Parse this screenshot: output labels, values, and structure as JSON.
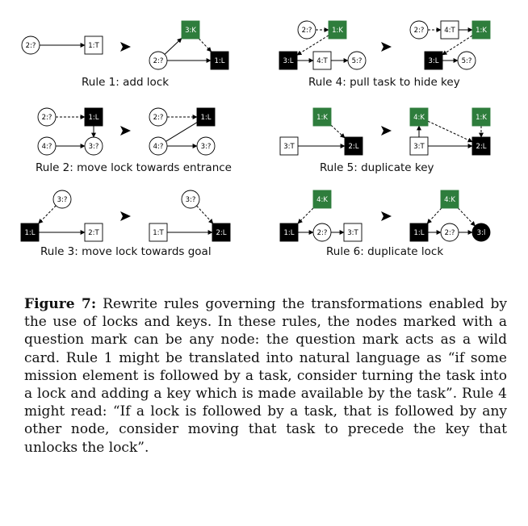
{
  "rules": [
    {
      "caption": "Rule 1: add lock"
    },
    {
      "caption": "Rule 4: pull task to hide key"
    },
    {
      "caption": "Rule 2: move lock towards entrance"
    },
    {
      "caption": "Rule 5: duplicate key"
    },
    {
      "caption": "Rule 3: move lock towards goal"
    },
    {
      "caption": "Rule 6: duplicate lock"
    }
  ],
  "node_labels": {
    "wild2": "2:?",
    "wild3": "3:?",
    "wild4": "4:?",
    "wild5": "5:?",
    "task1": "1:T",
    "task2": "2:T",
    "task3": "3:T",
    "task4": "4:T",
    "key1": "1:K",
    "key3": "3:K",
    "key4": "4:K",
    "lock1": "1:L",
    "lock2": "2:L",
    "lock3": "3:L",
    "lock3b": "3:l"
  },
  "figure_caption": {
    "label": "Figure 7:",
    "text": "Rewrite rules governing the transformations enabled by the use of locks and keys. In these rules, the nodes marked with a question mark can be any node: the question mark acts as a wild card. Rule 1 might be translated into natural language as “if some mission element is followed by a task, consider turning the task into a lock and adding a key which is made available by the task”. Rule 4 might read: “If a lock is followed by a task, that is followed by any other node, consider moving that task to precede the key that unlocks the lock”."
  },
  "colors": {
    "key": "#2e7d3c",
    "lock": "#000000",
    "task": "#ffffff",
    "wild": "#ffffff"
  }
}
